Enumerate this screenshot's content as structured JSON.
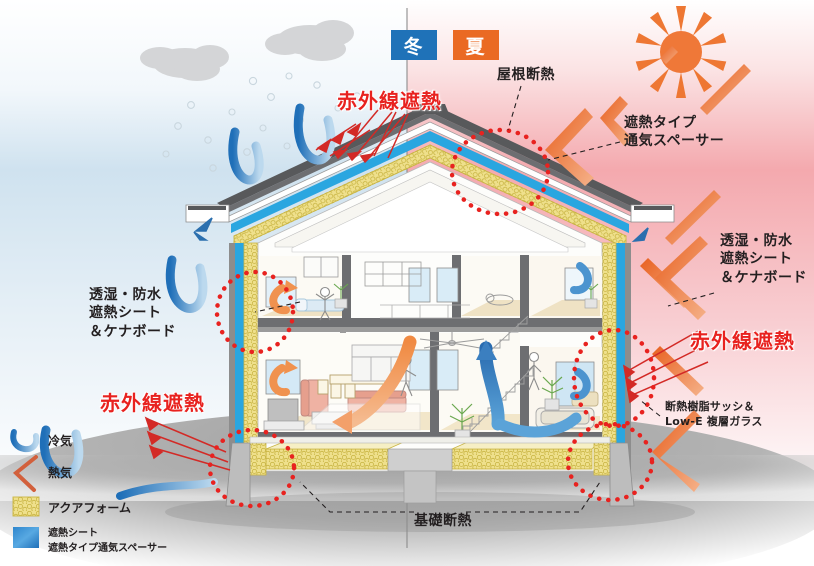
{
  "diagram": {
    "title_winter": "冬",
    "title_summer": "夏",
    "colors": {
      "winter_blue": "#2b7cc4",
      "summer_orange": "#ea6a23",
      "infrared_red": "#e8221f",
      "aqua_foam_yellow": "#efe08c",
      "sheet_blue": "#2aa6e0",
      "roof_gray": "#58595b",
      "ground_gray": "#9d9d9d",
      "cold_air_arrow": "#2b7cc4",
      "hot_air_arrow": "#ea6a23",
      "dotted_circle": "#e8221f",
      "cloud_gray": "#d4d5d7",
      "sun_orange": "#ee7733",
      "text_black": "#231f20"
    }
  },
  "season_badges": [
    {
      "label": "冬",
      "side": "left",
      "color": "#1f72b8"
    },
    {
      "label": "夏",
      "side": "right",
      "color": "#ea6a23"
    }
  ],
  "callouts": [
    {
      "id": "roof-insulation",
      "text": "屋根断熱",
      "style": "black",
      "side": "top-center"
    },
    {
      "id": "heat-shield-spacer",
      "text": "遮熱タイプ\n通気スペーサー",
      "style": "black",
      "side": "right-top"
    },
    {
      "id": "sheet-kenaboard-right",
      "text": "透湿・防水\n遮熱シート\n＆ケナボード",
      "style": "black",
      "side": "right-mid"
    },
    {
      "id": "sheet-kenaboard-left",
      "text": "透湿・防水\n遮熱シート\n＆ケナボード",
      "style": "black",
      "side": "left-mid"
    },
    {
      "id": "resin-sash-lowe",
      "text": "断熱樹脂サッシ＆\nLow-E 複層ガラス",
      "style": "black-small",
      "side": "right-low"
    },
    {
      "id": "foundation-insulation",
      "text": "基礎断熱",
      "style": "black",
      "side": "bottom-center"
    },
    {
      "id": "infrared-top-left",
      "text": "赤外線遮熱",
      "style": "red",
      "side": "top-left"
    },
    {
      "id": "infrared-right",
      "text": "赤外線遮熱",
      "style": "red",
      "side": "right-mid-low"
    },
    {
      "id": "infrared-bottom-left",
      "text": "赤外線遮熱",
      "style": "red",
      "side": "bottom-left"
    }
  ],
  "legend": {
    "items": [
      {
        "icon": "cold-air-curve-icon",
        "label": "冷気"
      },
      {
        "icon": "hot-air-chevron-icon",
        "label": "熱気"
      },
      {
        "icon": "aqua-foam-swatch-icon",
        "label": "アクアフォーム"
      },
      {
        "icon": "heat-shield-sheet-swatch-icon",
        "label": "遮熱シート\n遮熱タイプ通気スペーサー"
      }
    ]
  },
  "scene": {
    "sun": {
      "name": "sun-icon",
      "rays": 10
    },
    "clouds": 2,
    "snowflakes": 16,
    "cold_air_arrows": 5,
    "hot_air_arrows": 6,
    "infrared_ray_groups": 3,
    "interior_airflow": [
      {
        "name": "warm-air-down-arrow",
        "color": "#ea6a23"
      },
      {
        "name": "cool-air-up-arrow",
        "color": "#2b7cc4"
      }
    ]
  }
}
